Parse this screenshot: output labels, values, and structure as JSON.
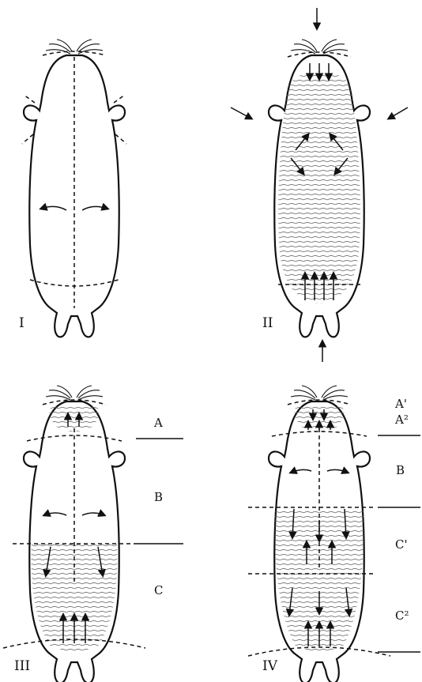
{
  "panels": [
    {
      "id": "I",
      "label": "I"
    },
    {
      "id": "II",
      "label": "II"
    },
    {
      "id": "III",
      "label": "III",
      "zones": [
        "A",
        "B",
        "C"
      ]
    },
    {
      "id": "IV",
      "label": "IV",
      "zones": [
        "A'",
        "A²",
        "B",
        "C'",
        "C²"
      ]
    }
  ]
}
